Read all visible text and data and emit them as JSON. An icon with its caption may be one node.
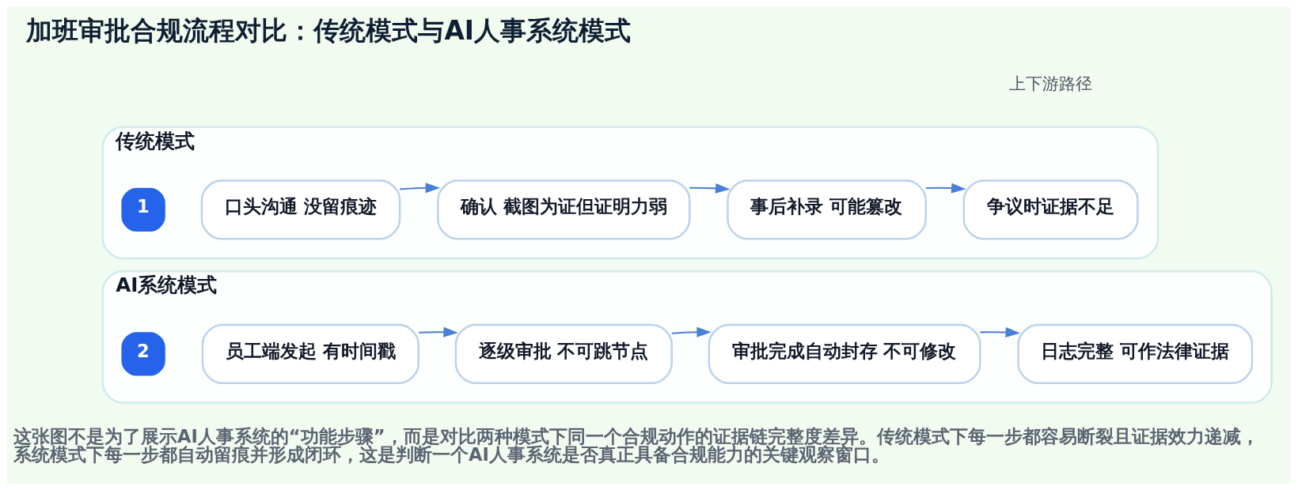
{
  "diagram": {
    "title": "加班审批合规流程对比：传统模式与AI人事系统模式",
    "nodes": [
      {
        "text": [
          "传统模式"
        ]
      },
      {
        "text": [
          "1"
        ],
        "in": 0
      },
      {
        "text": [
          "口头沟通 没留痕迹"
        ],
        "in": 0
      },
      {
        "text": [
          "确认 截图为证但证明力弱"
        ],
        "in": 0
      },
      {
        "text": [
          "事后补录 可能篡改"
        ],
        "in": 0
      },
      {
        "text": [
          "争议时证据不足"
        ],
        "in": 0
      },
      {
        "text": [
          "AI系统模式"
        ]
      },
      {
        "text": [
          "2"
        ],
        "in": 6
      },
      {
        "text": [
          "员工端发起 有时间戳"
        ],
        "in": 6
      },
      {
        "text": [
          "逐级审批 不可跳节点"
        ],
        "in": 6
      },
      {
        "text": [
          "审批完成自动封存 不可修改"
        ],
        "in": 6
      },
      {
        "text": [
          "日志完整 可作法律证据"
        ],
        "in": 6
      }
    ],
    "edges": [
      {
        "from": 2,
        "to": 3,
        "arrow": "to"
      },
      {
        "from": 3,
        "to": 4,
        "arrow": "to"
      },
      {
        "from": 4,
        "to": 5,
        "arrow": "to"
      },
      {
        "from": 8,
        "to": 9,
        "arrow": "to"
      },
      {
        "from": 9,
        "to": 10,
        "arrow": "to"
      },
      {
        "from": 10,
        "to": 11,
        "arrow": "to"
      }
    ],
    "labels": [
      "上下游路径",
      "这张图不是为了展示AI人事系统的“功能步骤”，而是对比两种模式下同一个合规动作的证据链完整度差异。传统模式下每一步都容易断裂且证据效力递减，系统模式下每一步都自动留痕并形成闭环，这是判断一个AI人事系统是否真正具备合规能力的关键观察窗口。"
    ]
  }
}
